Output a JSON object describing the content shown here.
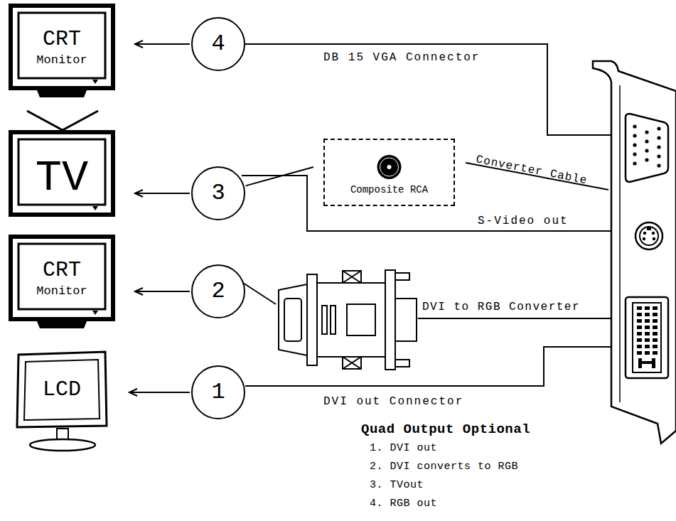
{
  "diagram": {
    "nodes": [
      {
        "text": [
          "CRT",
          "Monitor"
        ]
      },
      {
        "text": [
          "4"
        ]
      },
      {
        "text": [
          "TV"
        ]
      },
      {
        "text": [
          "3"
        ]
      },
      {
        "text": [
          "Composite RCA"
        ]
      },
      {
        "text": [
          "CRT",
          "Monitor"
        ]
      },
      {
        "text": [
          "2"
        ]
      },
      {
        "text": [
          "LCD"
        ]
      },
      {
        "text": [
          "1"
        ]
      }
    ],
    "edges": [
      {
        "from": 1,
        "to": 0,
        "arrow": "to"
      },
      {
        "from": 3,
        "to": 2,
        "arrow": "to"
      },
      {
        "from": 3,
        "to": 4,
        "arrow": "none"
      },
      {
        "from": 6,
        "to": 5,
        "arrow": "to"
      },
      {
        "from": 8,
        "to": 7,
        "arrow": "to"
      }
    ],
    "labels": [
      "DB 15 VGA Connector",
      "Converter Cable",
      "S-Video out",
      "DVI to RGB Converter",
      "DVI out Connector",
      "Quad Output Optional",
      "1. DVI out",
      "2. DVI converts to RGB",
      "3. TVout",
      "4. RGB out"
    ]
  }
}
